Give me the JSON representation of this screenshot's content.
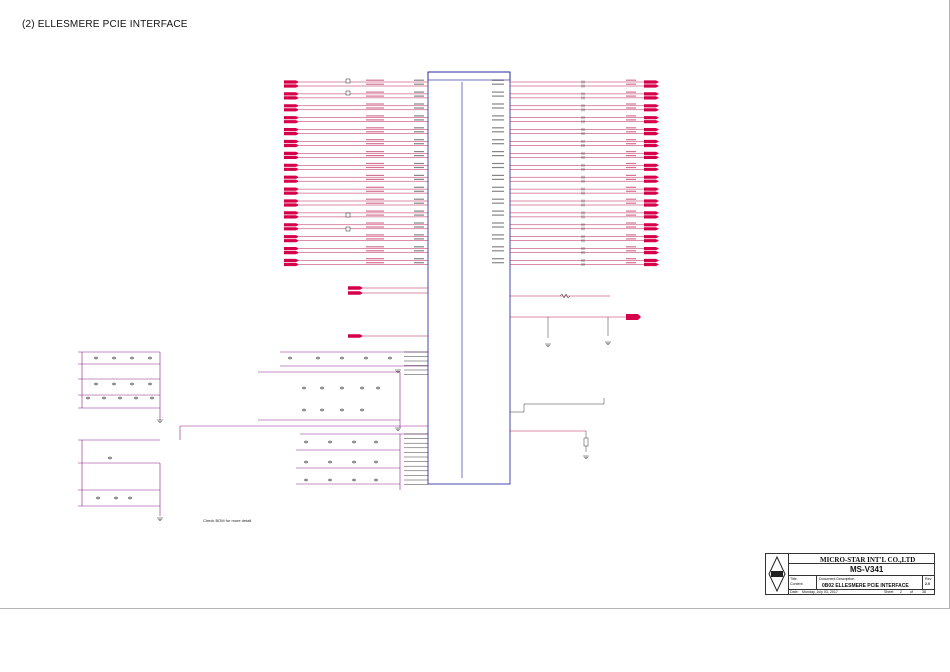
{
  "page": {
    "title": "(2) ELLESMERE PCIE INTERFACE",
    "note": "Check BOM for more detail"
  },
  "title_block": {
    "company": "MICRO-STAR INT'L CO.,LTD",
    "model": "MS-V341",
    "title_label": "Title",
    "content_label": "Content",
    "doc_desc_label": "Document Description",
    "doc_desc": "0B02 ELLESMERE PCIE INTERFACE",
    "rev_label": "Rev",
    "rev": "2.0",
    "date_label": "Date:",
    "date": "Monday, July 03, 2017",
    "sheet_label": "Sheet",
    "sheet": "2",
    "of_label": "of",
    "sheets": "38"
  },
  "colors": {
    "wire": "#b0003a",
    "wire_blue": "#2c2c9a",
    "connector": "#d6004a",
    "ic": "#1a1a9a",
    "text": "#222222"
  }
}
